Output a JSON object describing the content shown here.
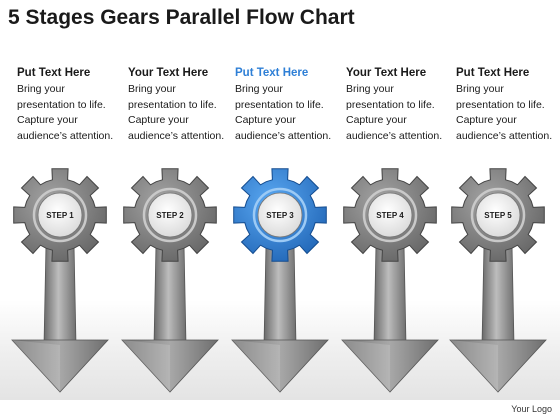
{
  "title": "5 Stages Gears Parallel Flow Chart",
  "logo_text": "Your Logo",
  "colors": {
    "gear_gray": "#8a8a8a",
    "gear_blue": "#2e7fd6",
    "heading_highlight": "#2e7fd6",
    "arrow_gray": "#8f8f8f"
  },
  "stages": [
    {
      "heading": "Put Text Here",
      "text": "Bring your presentation to life. Capture your audience’s attention.",
      "step": "STEP 1",
      "highlight": false
    },
    {
      "heading": "Your Text Here",
      "text": "Bring your presentation to life. Capture your audience’s attention.",
      "step": "STEP 2",
      "highlight": false
    },
    {
      "heading": "Put Text Here",
      "text": "Bring your presentation to life. Capture your audience’s attention.",
      "step": "STEP 3",
      "highlight": true
    },
    {
      "heading": "Your Text Here",
      "text": "Bring your presentation to life. Capture your audience’s attention.",
      "step": "STEP 4",
      "highlight": false
    },
    {
      "heading": "Put Text Here",
      "text": "Bring your presentation to life. Capture your audience’s attention.",
      "step": "STEP 5",
      "highlight": false
    }
  ]
}
